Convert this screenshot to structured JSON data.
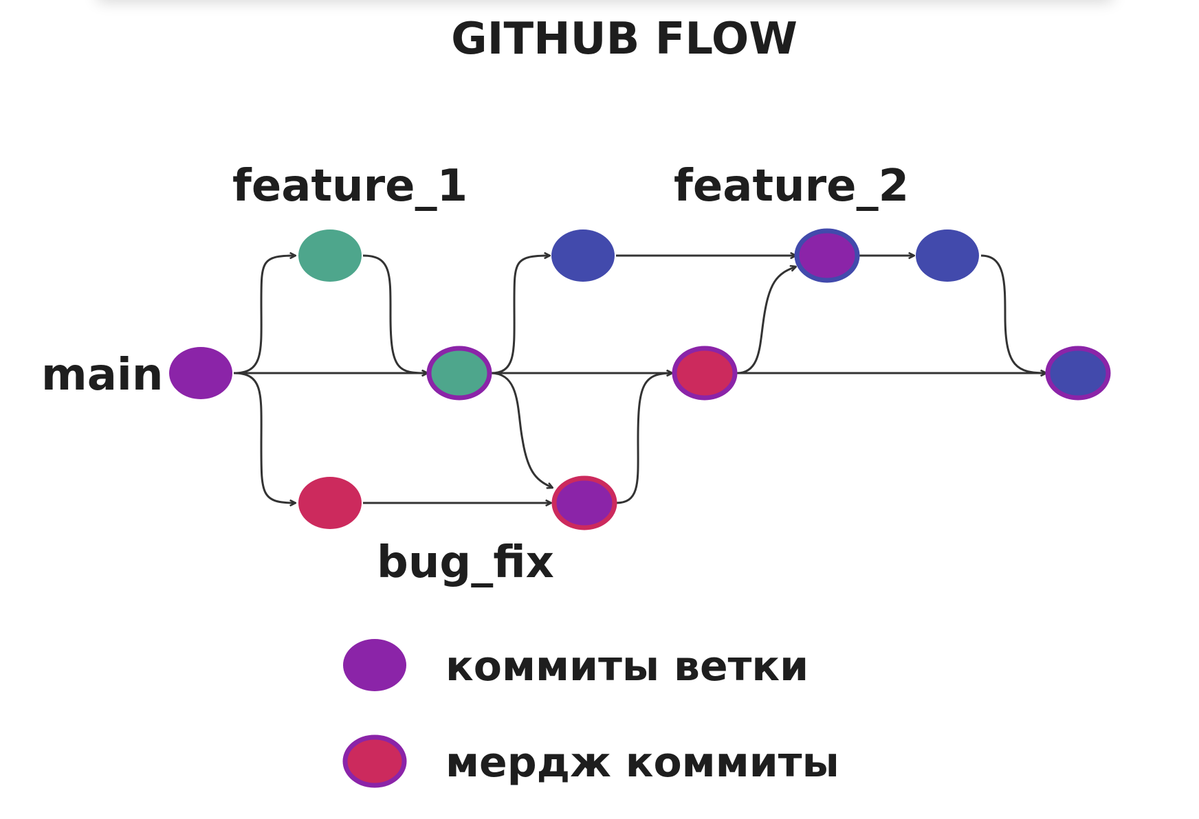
{
  "title": "GITHUB FLOW",
  "branches": {
    "main": "main",
    "feature_1": "feature_1",
    "feature_2": "feature_2",
    "bug_fix": "bug_fix"
  },
  "legend": {
    "branch_commits": "коммиты ветки",
    "merge_commits": "мердж коммиты"
  },
  "colors": {
    "purple": "#8b24a8",
    "green": "#4ea68c",
    "pink": "#cc2a5d",
    "blue": "#424aac",
    "arrow": "#333333",
    "text": "#1e1e1e"
  }
}
